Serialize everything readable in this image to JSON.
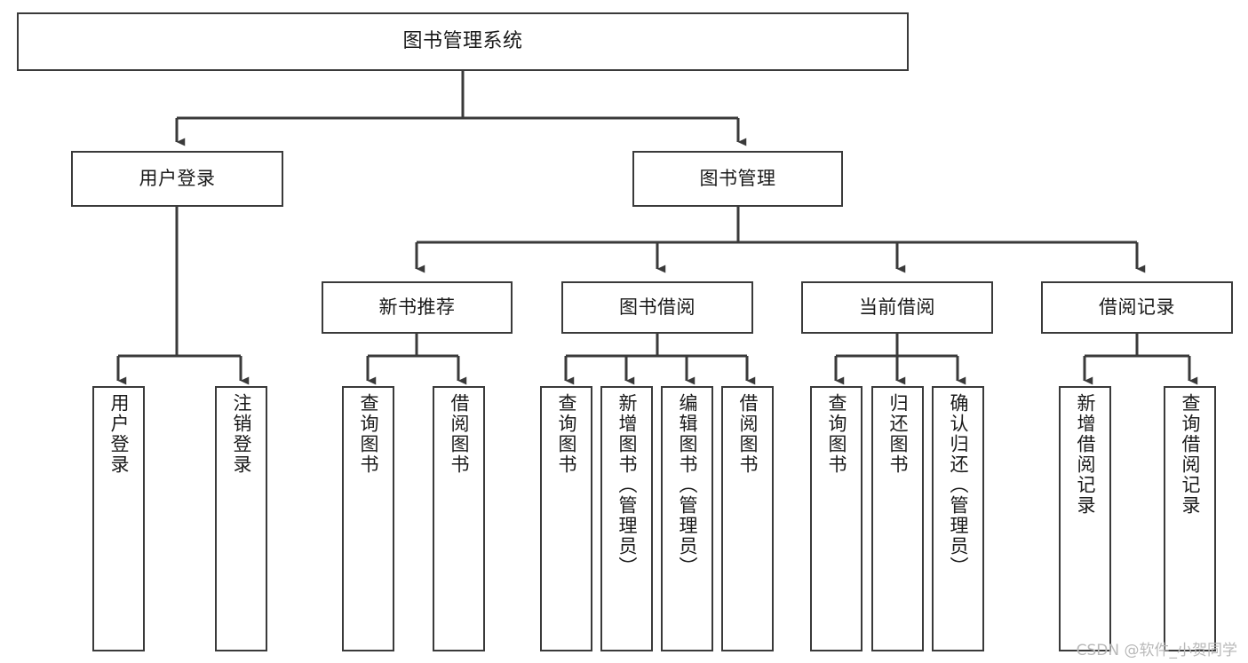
{
  "diagram": {
    "title": "图书管理系统",
    "type": "tree-hierarchy",
    "style": {
      "box_border_color": "#3a3a3a",
      "box_fill_color": "#ffffff",
      "connector_color": "#3a3a3a",
      "text_color": "#1a1a1a",
      "background": "#ffffff"
    },
    "root": {
      "label": "图书管理系统"
    },
    "level2": [
      {
        "label": "用户登录"
      },
      {
        "label": "图书管理"
      }
    ],
    "level3": [
      {
        "label": "新书推荐"
      },
      {
        "label": "图书借阅"
      },
      {
        "label": "当前借阅"
      },
      {
        "label": "借阅记录"
      }
    ],
    "leaves": {
      "user_login": [
        {
          "label": "用户登录"
        },
        {
          "label": "注销登录"
        }
      ],
      "new_book_recommend": [
        {
          "label": "查询图书"
        },
        {
          "label": "借阅图书"
        }
      ],
      "book_borrow": [
        {
          "label": "查询图书"
        },
        {
          "label": "新增图书（管理员）"
        },
        {
          "label": "编辑图书（管理员）"
        },
        {
          "label": "借阅图书"
        }
      ],
      "current_borrow": [
        {
          "label": "查询图书"
        },
        {
          "label": "归还图书"
        },
        {
          "label": "确认归还（管理员）"
        }
      ],
      "borrow_record": [
        {
          "label": "新增借阅记录"
        },
        {
          "label": "查询借阅记录"
        }
      ]
    }
  },
  "watermark": {
    "text": "CSDN @软件_小贺同学"
  }
}
